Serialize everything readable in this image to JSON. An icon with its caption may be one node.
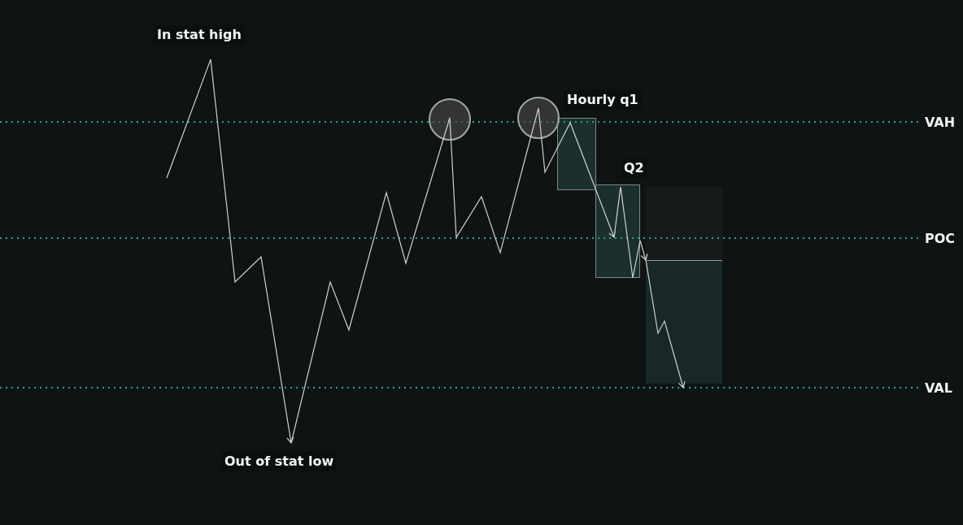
{
  "diagram": {
    "nodes": [
      {
        "text": [],
        "shape": "box",
        "beside": [
          "Hourly q1"
        ]
      },
      {
        "text": [],
        "shape": "box",
        "beside": [
          "Q2"
        ]
      },
      {
        "text": [],
        "shape": "box"
      }
    ],
    "labels": [
      "In stat high",
      "VAH",
      "POC",
      "VAL",
      "Out of stat low"
    ]
  }
}
